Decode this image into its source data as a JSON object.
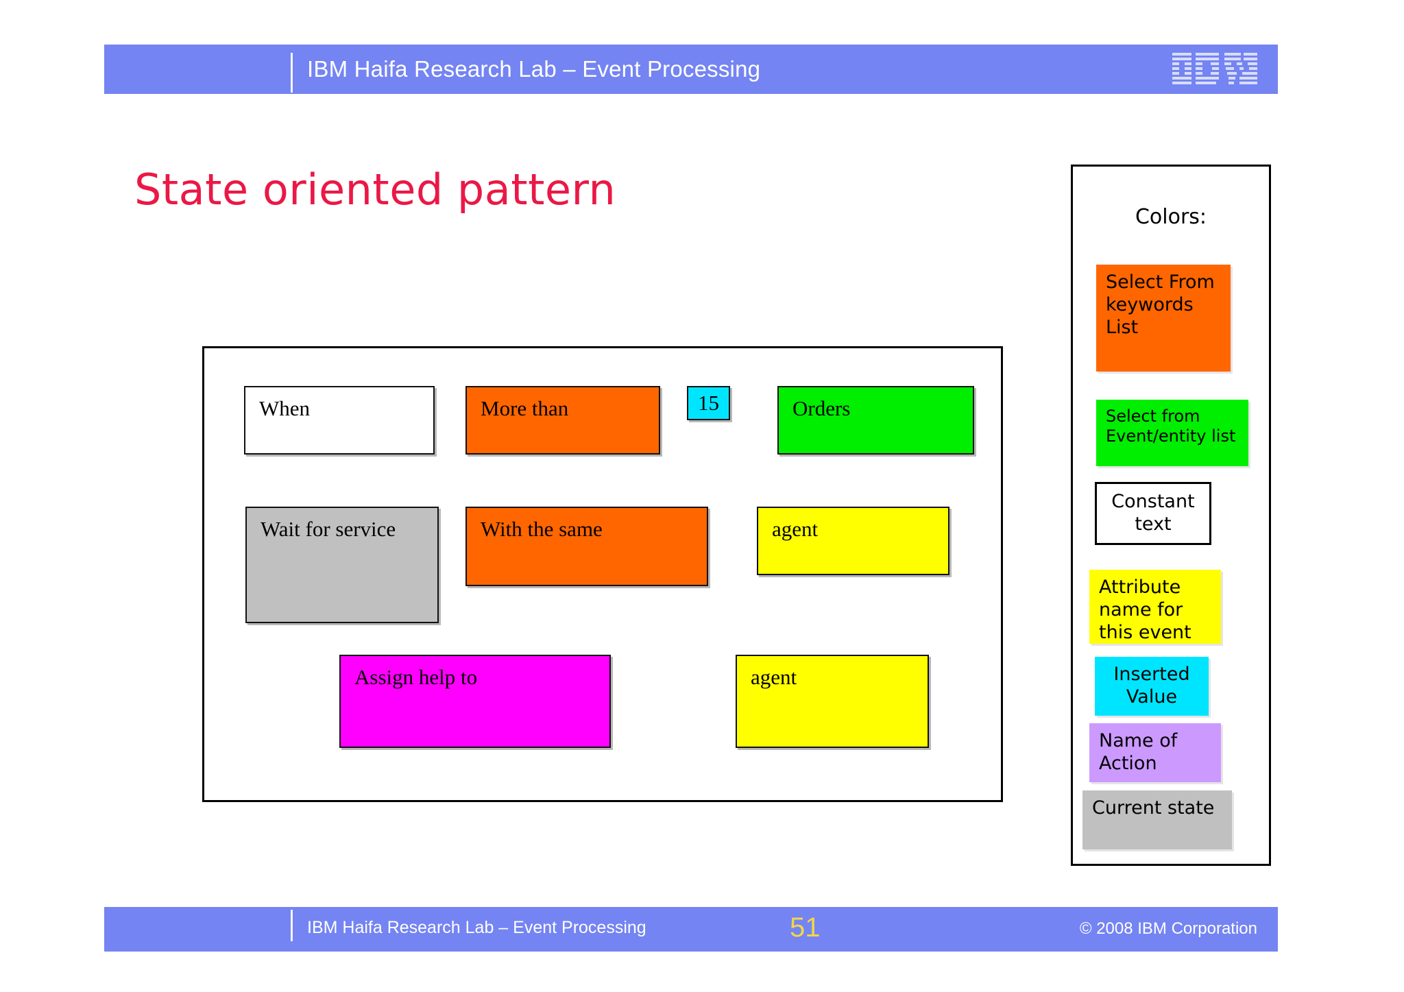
{
  "header": {
    "title": "IBM Haifa Research Lab – Event Processing",
    "logo_name": "IBM"
  },
  "slide": {
    "title": "State oriented pattern",
    "title_color": "#ea1846",
    "band_color": "#7484f2"
  },
  "diagram": {
    "boxes": [
      {
        "label": "When",
        "fill": "#ffffff",
        "kind": "constant-text"
      },
      {
        "label": "More than",
        "fill": "#ff6600",
        "kind": "keyword"
      },
      {
        "label": "15",
        "fill": "#00e5ff",
        "kind": "inserted-value"
      },
      {
        "label": "Orders",
        "fill": "#00ee00",
        "kind": "event-entity"
      },
      {
        "label": "Wait for service",
        "fill": "#c0c0c0",
        "kind": "current-state"
      },
      {
        "label": "With the same",
        "fill": "#ff6600",
        "kind": "keyword"
      },
      {
        "label": "agent",
        "fill": "#ffff00",
        "kind": "attribute-name"
      },
      {
        "label": "Assign help to",
        "fill": "#ff00ff",
        "kind": "action-name"
      },
      {
        "label": "agent",
        "fill": "#ffff00",
        "kind": "attribute-name"
      }
    ]
  },
  "legend": {
    "heading": "Colors:",
    "items": [
      {
        "label": "Select From keywords List",
        "fill": "#ff6600"
      },
      {
        "label": "Select from Event/entity list",
        "fill": "#00ee00"
      },
      {
        "label": "Constant text",
        "fill": "#ffffff"
      },
      {
        "label": "Attribute name for this event",
        "fill": "#ffff00"
      },
      {
        "label": "Inserted Value",
        "fill": "#00e5ff"
      },
      {
        "label": "Name of Action",
        "fill": "#cc99ff"
      },
      {
        "label": "Current state",
        "fill": "#c0c0c0"
      }
    ]
  },
  "footer": {
    "title": "IBM Haifa Research Lab – Event Processing",
    "page_number": "51",
    "copyright": "© 2008 IBM Corporation",
    "page_number_color": "#f2d648"
  }
}
